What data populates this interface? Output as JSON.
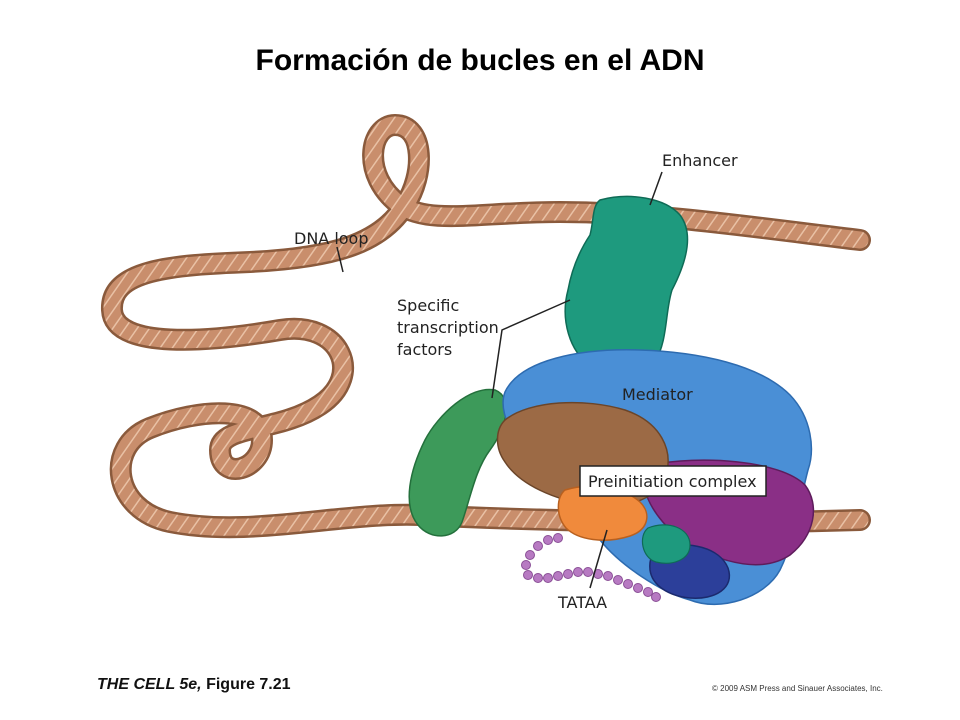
{
  "title": "Formación de bucles en el ADN",
  "labels": {
    "enhancer": "Enhancer",
    "dna_loop": "DNA loop",
    "specific_tf_line1": "Specific",
    "specific_tf_line2": "transcription",
    "specific_tf_line3": "factors",
    "mediator": "Mediator",
    "preinitiation_complex": "Preinitiation complex",
    "tataa": "TATAA"
  },
  "footer": {
    "book": "THE CELL 5e,",
    "figure": " Figure 7.21",
    "copyright": "© 2009 ASM Press and Sinauer Associates, Inc."
  },
  "colors": {
    "dna": "#c98e6c",
    "dna_edge": "#8a5a3c",
    "teal_factor": "#1e9a7e",
    "green_factor": "#3d9a5a",
    "mediator": "#4a8fd6",
    "brown_complex": "#9c6a45",
    "purple_complex": "#8a2f86",
    "orange_tbp": "#f08a3c",
    "pink_beads": "#b77ac2"
  }
}
